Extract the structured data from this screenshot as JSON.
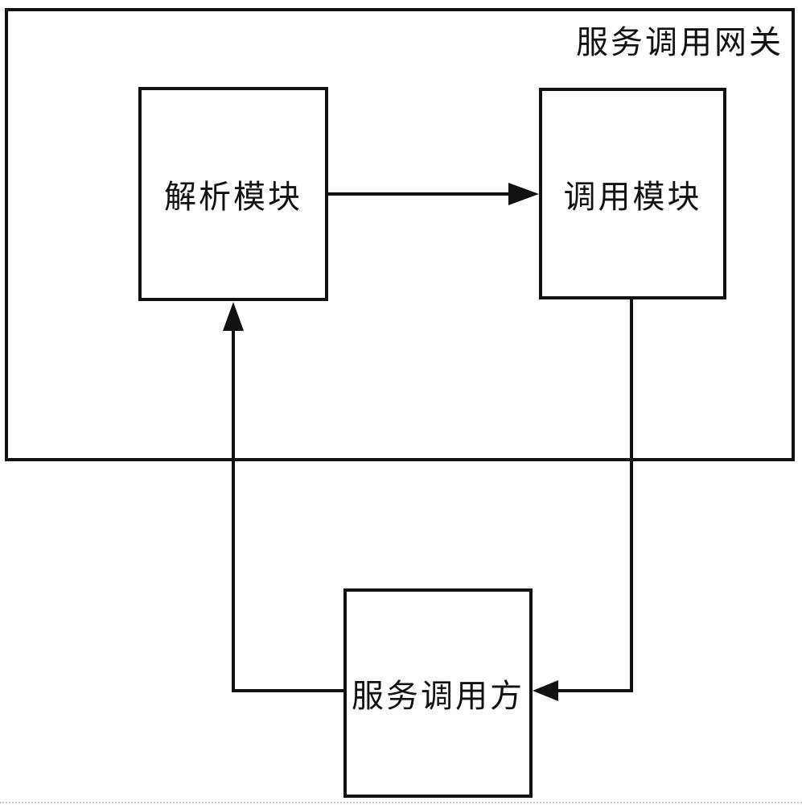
{
  "diagram": {
    "gateway_label": "服务调用网关",
    "boxes": {
      "parse_module": "解析模块",
      "invoke_module": "调用模块",
      "service_caller": "服务调用方"
    },
    "connections": [
      {
        "from": "parse_module",
        "to": "invoke_module",
        "direction": "right"
      },
      {
        "from": "service_caller",
        "to": "parse_module",
        "direction": "up"
      },
      {
        "from": "invoke_module",
        "to": "service_caller",
        "direction": "left"
      }
    ],
    "colors": {
      "line": "#111111",
      "background": "#ffffff"
    }
  }
}
